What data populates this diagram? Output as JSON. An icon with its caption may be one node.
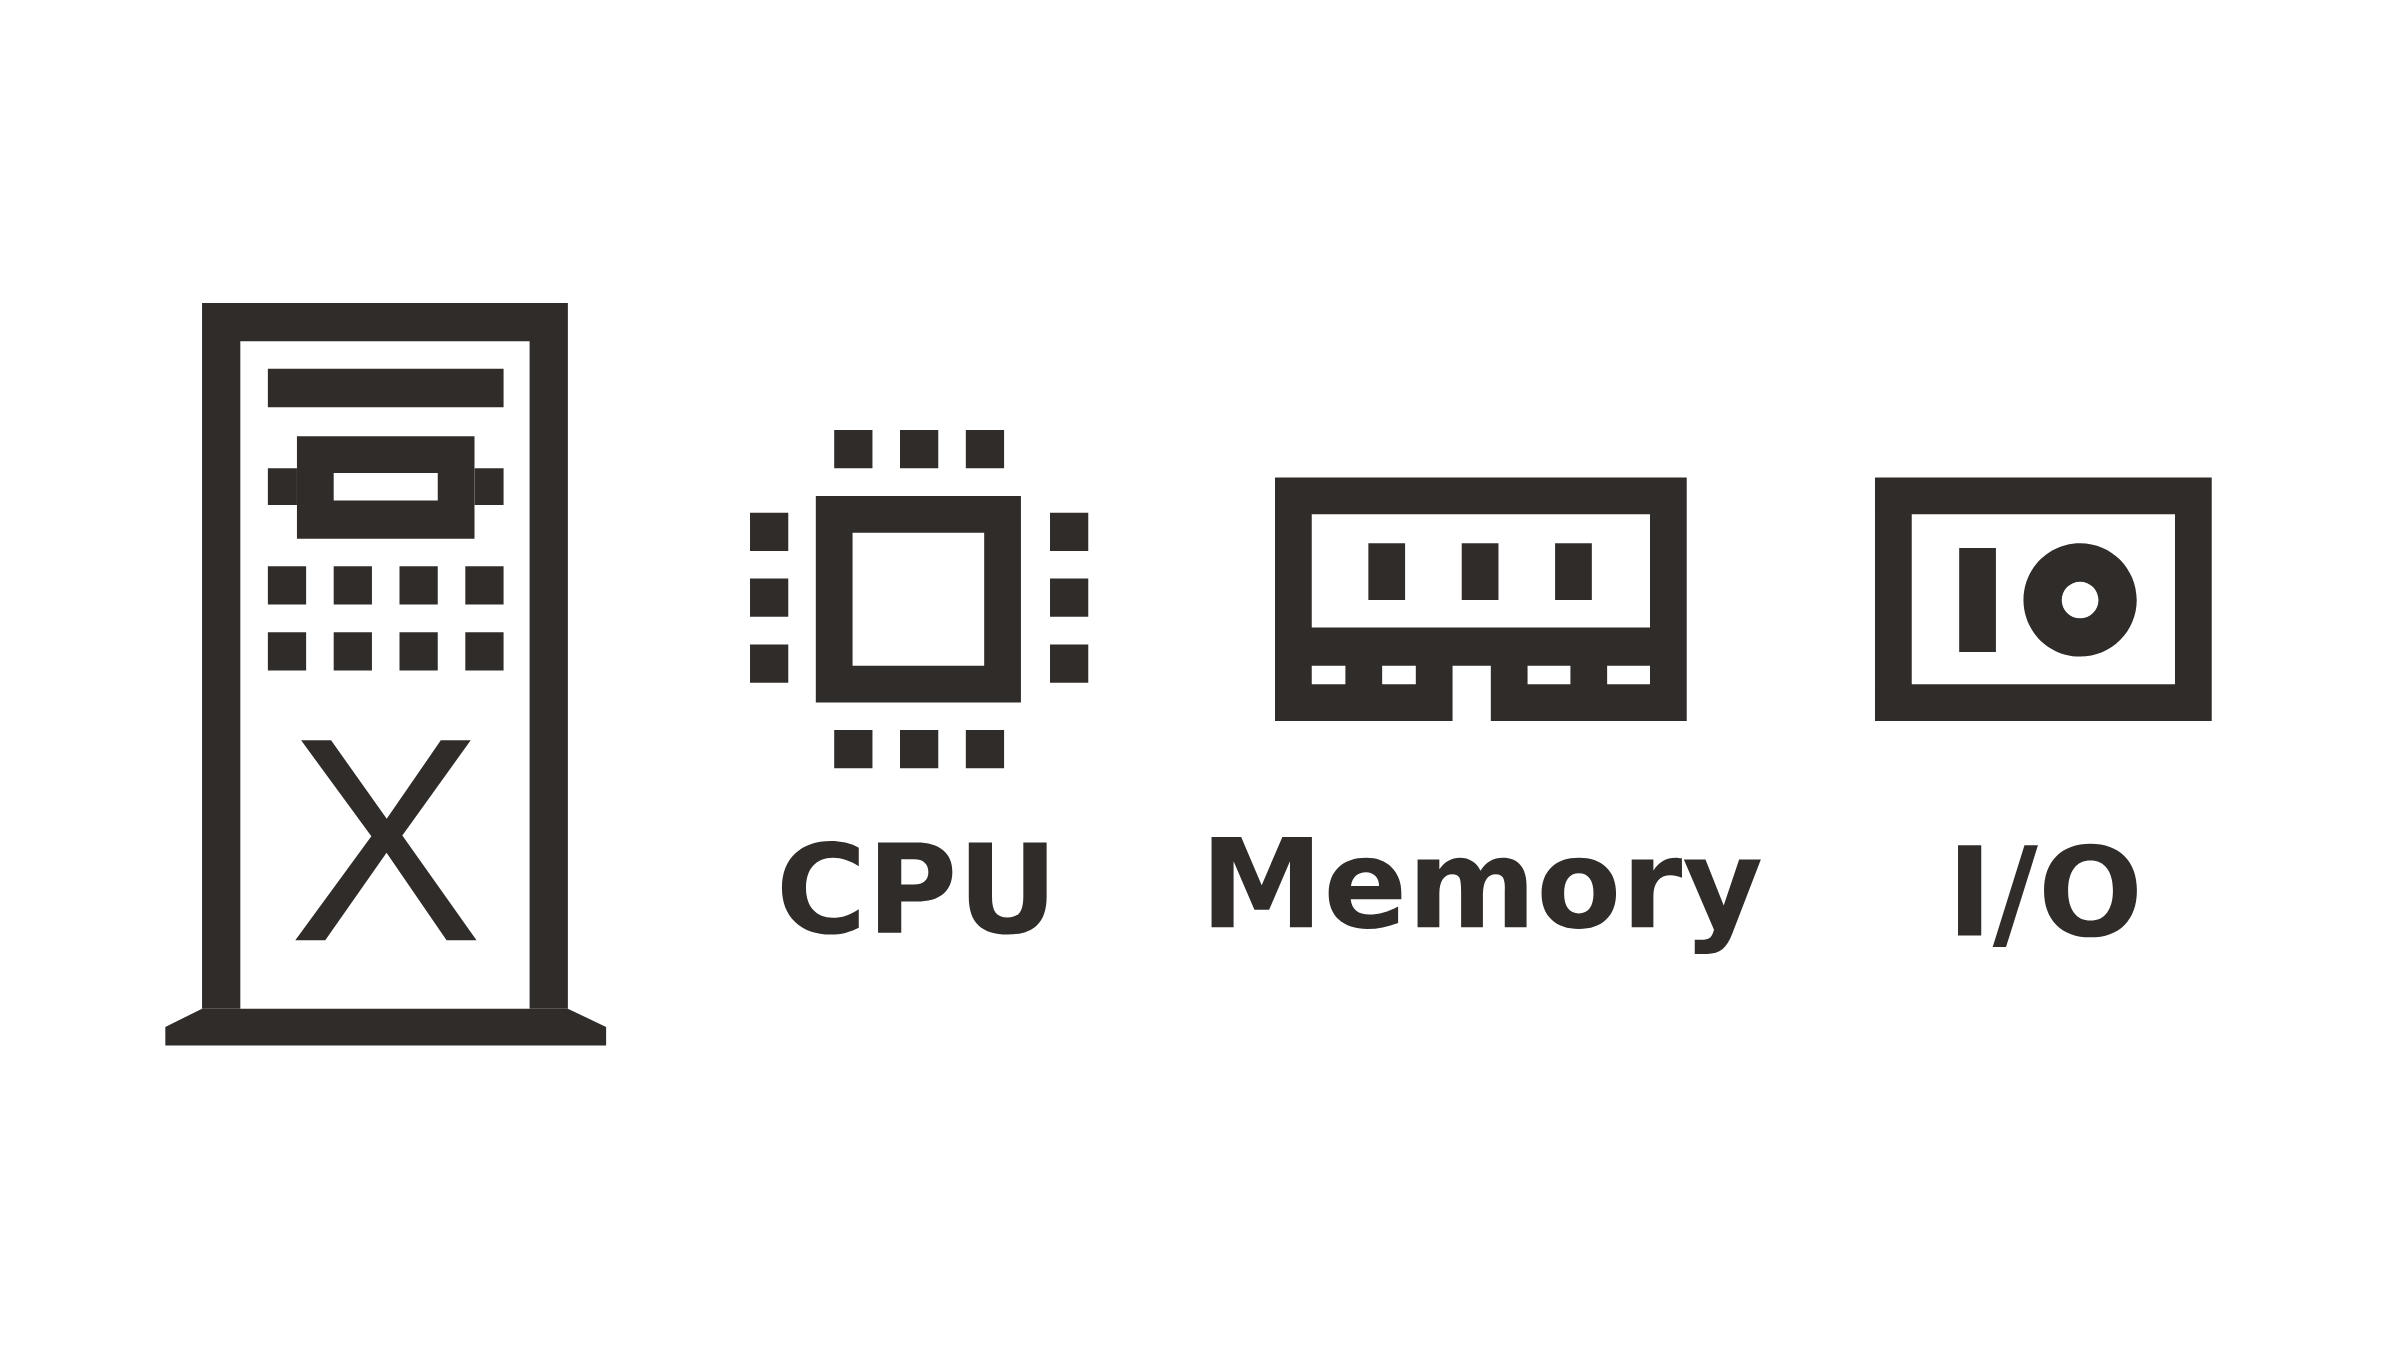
{
  "diagram": {
    "labels": [
      "X",
      "CPU",
      "Memory",
      "I/O"
    ]
  }
}
